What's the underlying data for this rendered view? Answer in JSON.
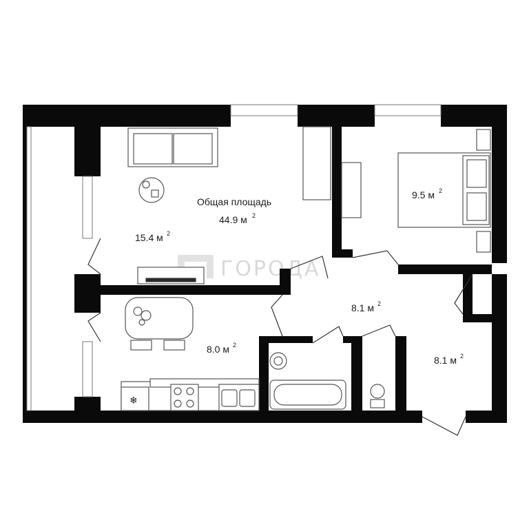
{
  "total_area": {
    "label": "Общая площадь",
    "value": "44.9 м",
    "sup": "2"
  },
  "rooms": {
    "living": {
      "value": "15.4 м",
      "sup": "2"
    },
    "bedroom": {
      "value": "9.5 м",
      "sup": "2"
    },
    "kitchen": {
      "value": "8.0 м",
      "sup": "2"
    },
    "hall": {
      "value": "8.1 м",
      "sup": "2"
    },
    "entry": {
      "value": "8.1 м",
      "sup": "2"
    }
  },
  "watermark": "ГОРОДА",
  "colors": {
    "wall": "#0a0a0a",
    "furniture_stroke": "#555555",
    "watermark": "#d9d9d9"
  }
}
